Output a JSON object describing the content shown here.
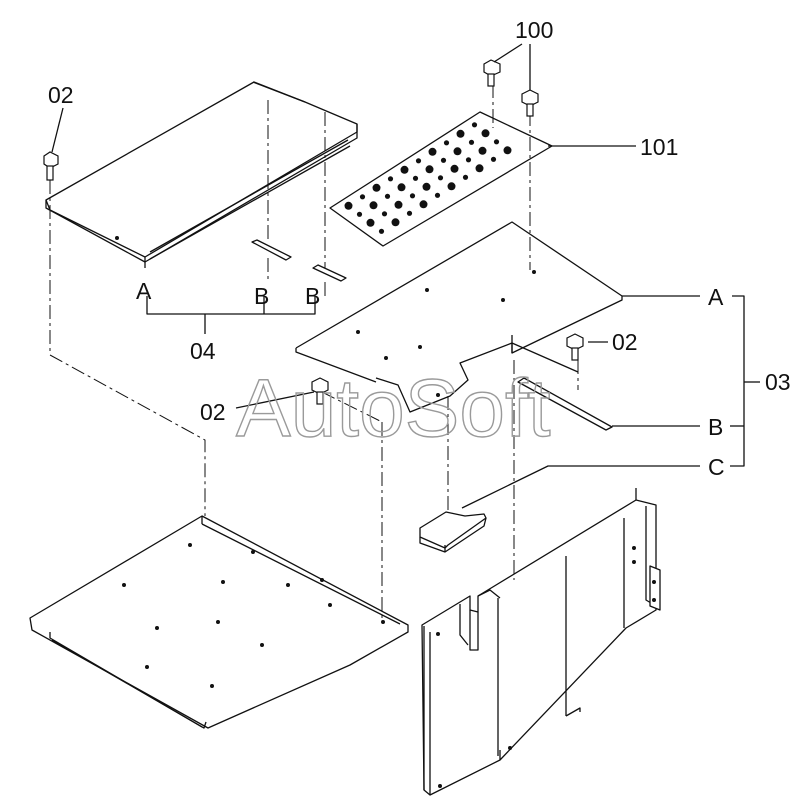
{
  "watermark": "AutoSoft",
  "labels": {
    "l02_top": "02",
    "l100": "100",
    "l101": "101",
    "lA_left": "A",
    "lB_left1": "B",
    "lB_left2": "B",
    "l04": "04",
    "lA_right": "A",
    "l02_right": "02",
    "l03": "03",
    "l02_mid": "02",
    "lB_right": "B",
    "lC_right": "C"
  },
  "colors": {
    "ink": "#111111",
    "watermark": "#9a9a9a",
    "background": "#ffffff"
  }
}
